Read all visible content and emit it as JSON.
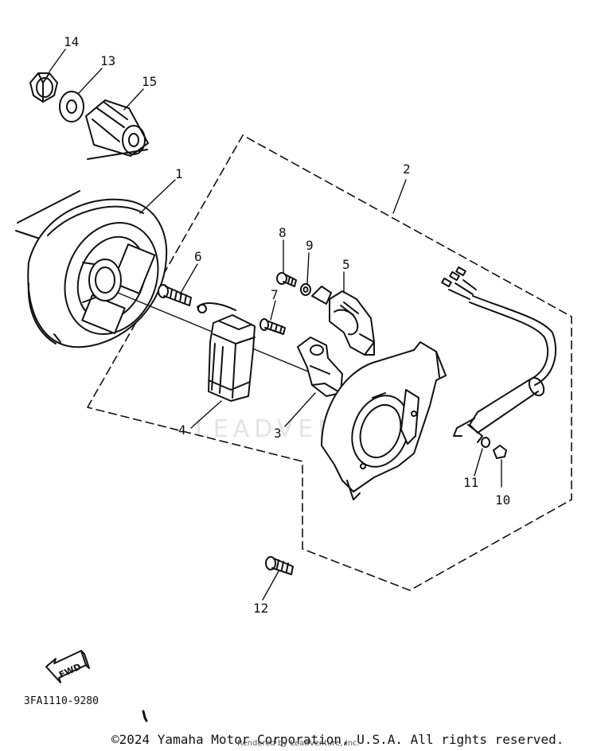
{
  "callouts": {
    "c1": "1",
    "c2": "2",
    "c3": "3",
    "c4": "4",
    "c5": "5",
    "c6": "6",
    "c7": "7",
    "c8": "8",
    "c9": "9",
    "c10": "10",
    "c11": "11",
    "c12": "12",
    "c13": "13",
    "c14": "14",
    "c15": "15"
  },
  "fwd_label": "FWD",
  "part_code": "3FA1110-9280",
  "copyright": "©2024 Yamaha Motor Corporation, U.S.A. All rights reserved.",
  "rendered_by": "Rendered by LeadVenture, Inc.",
  "watermark": "LEADVENTURE"
}
